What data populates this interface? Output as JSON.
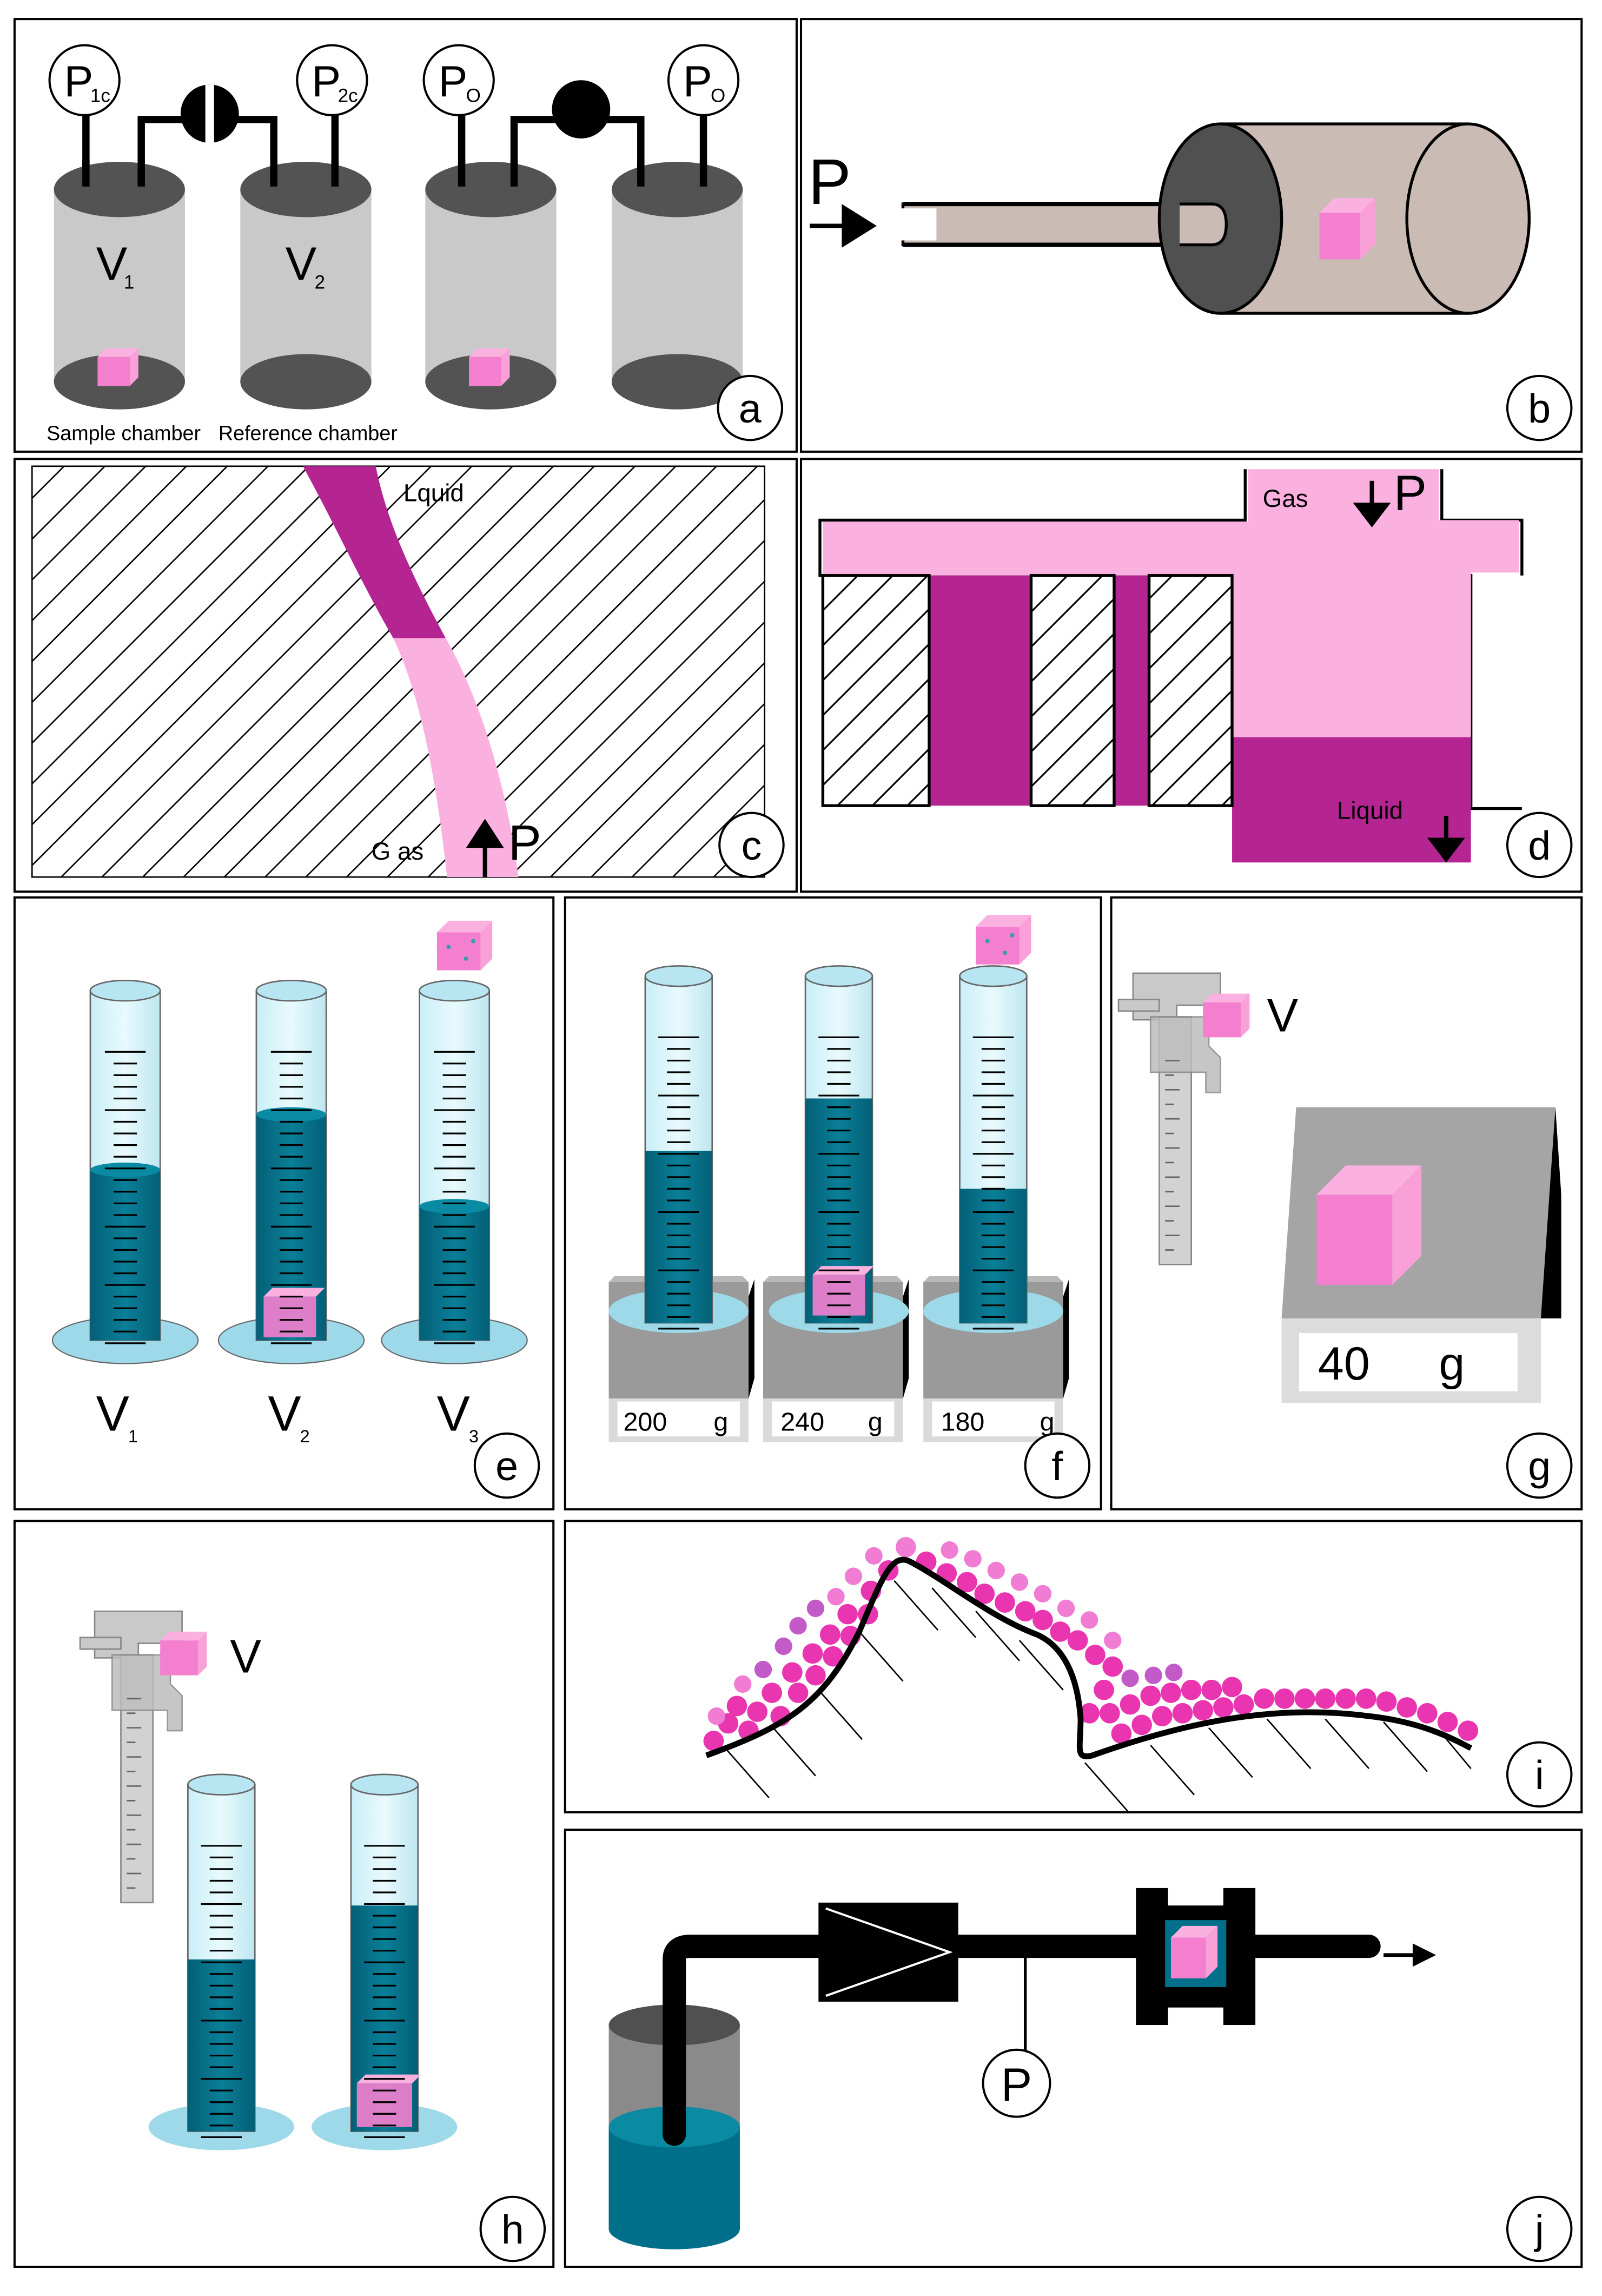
{
  "panels": {
    "a": {
      "letter": "a",
      "p1c_main": "P",
      "p1c_sub": "1c",
      "p2c_main": "P",
      "p2c_sub": "2c",
      "po1_main": "P",
      "po1_sub": "O",
      "po2_main": "P",
      "po2_sub": "O",
      "v1_main": "V",
      "v1_sub": "1",
      "v2_main": "V",
      "v2_sub": "2",
      "sample_label": "Sample chamber",
      "reference_label": "Reference chamber"
    },
    "b": {
      "letter": "b",
      "p_label": "P"
    },
    "c": {
      "letter": "c",
      "liquid_label": "Lquid",
      "gas_label": "G as",
      "p_label": "P"
    },
    "d": {
      "letter": "d",
      "gas_label": "Gas",
      "p_label": "P",
      "liquid_label": "Liquid"
    },
    "e": {
      "letter": "e",
      "v1_main": "V",
      "v1_sub": "1",
      "v2_main": "V",
      "v2_sub": "2",
      "v3_main": "V",
      "v3_sub": "3"
    },
    "f": {
      "letter": "f",
      "scale1": "200",
      "scale2": "240",
      "scale3": "180",
      "unit": "g"
    },
    "g": {
      "letter": "g",
      "v_label": "V",
      "mass": "40",
      "unit": "g"
    },
    "h": {
      "letter": "h",
      "v_label": "V"
    },
    "i": {
      "letter": "i"
    },
    "j": {
      "letter": "j",
      "p_label": "P",
      "arrow": "→"
    }
  },
  "colors": {
    "pink": "#f57fcf",
    "pink_light": "#fbb1e0",
    "magenta": "#b52592",
    "teal": "#00708a",
    "light_blue": "#9dd9e8",
    "gray": "#c8c8c8",
    "dark_gray": "#505050",
    "tan": "#cabcb4"
  }
}
